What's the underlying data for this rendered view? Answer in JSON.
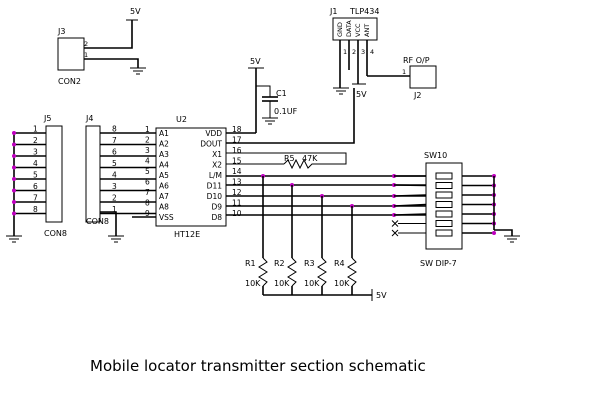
{
  "caption": "Mobile locator  transmitter section schematic",
  "labels": {
    "j3": "J3",
    "con2": "CON2",
    "j3_pin2": "2",
    "j3_pin1": "1",
    "v5_top": "5V",
    "v5_mid": "5V",
    "v5_tlp": "5V",
    "v5_bottom": "5V",
    "j1": "J1",
    "tlp434": "TLP434",
    "tlp_pins": [
      "GND",
      "DATA",
      "VCC",
      "ANT"
    ],
    "tlp_nums": [
      "1",
      "2",
      "3",
      "4"
    ],
    "rf_op": "RF O/P",
    "j2": "J2",
    "j2_pin": "1",
    "c1": "C1",
    "c1_val": "0.1UF",
    "j5": "J5",
    "j4": "J4",
    "con8_a": "CON8",
    "con8_b": "CON8",
    "u2": "U2",
    "ht12e": "HT12E",
    "r5": "R5",
    "r5_val": "47K",
    "sw10": "SW10",
    "sw_dip": "SW DIP-7",
    "r1": "R1",
    "r2": "R2",
    "r3": "R3",
    "r4": "R4",
    "r_val": "10K"
  },
  "j5_pins": [
    "1",
    "2",
    "3",
    "4",
    "5",
    "6",
    "7",
    "8"
  ],
  "j4_pins": [
    "8",
    "7",
    "6",
    "5",
    "4",
    "3",
    "2",
    "1"
  ],
  "u2_left_nums": [
    "1",
    "2",
    "3",
    "4",
    "5",
    "6",
    "7",
    "8",
    "9"
  ],
  "u2_left": [
    "A1",
    "A2",
    "A3",
    "A4",
    "A5",
    "A6",
    "A7",
    "A8",
    "VSS"
  ],
  "u2_right": [
    "VDD",
    "DOUT",
    "X1",
    "X2",
    "L/M",
    "D11",
    "D10",
    "D9",
    "D8"
  ],
  "u2_right_nums": [
    "18",
    "17",
    "16",
    "15",
    "14",
    "13",
    "12",
    "11",
    "10"
  ]
}
